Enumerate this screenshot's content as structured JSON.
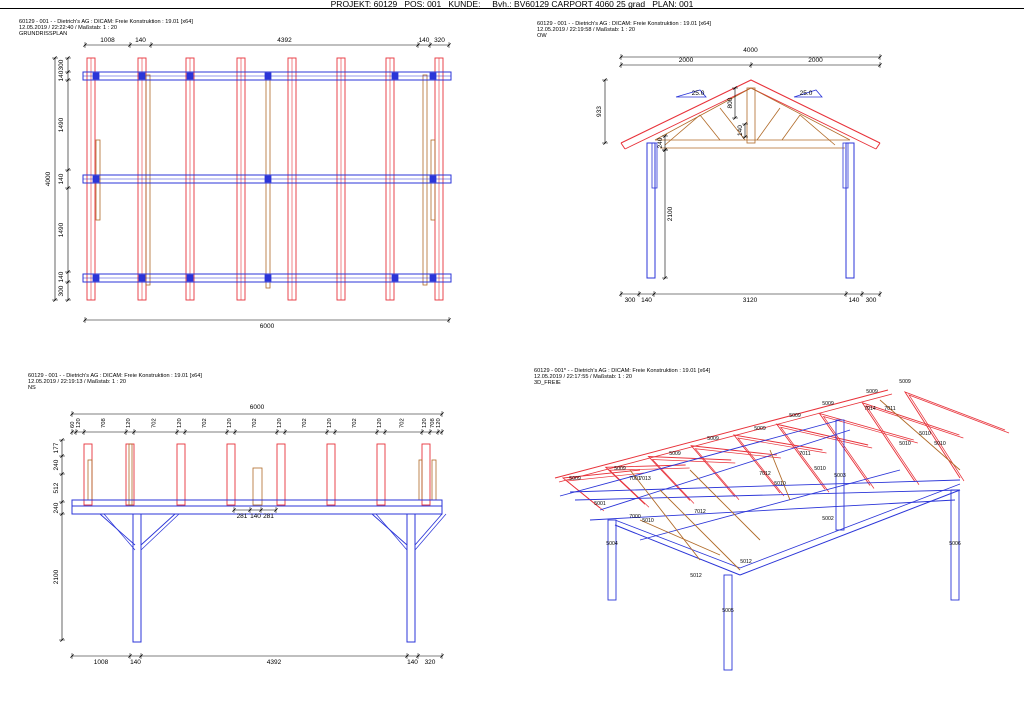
{
  "header": {
    "projekt_label": "PROJEKT:",
    "projekt": "60129",
    "pos_label": "POS:",
    "pos": "001",
    "kunde_label": "KUNDE:",
    "kunde": "",
    "bvh_label": "Bvh.:",
    "bvh": "BV60129 CARPORT 4060 25 grad",
    "plan_label": "PLAN:",
    "plan": "001"
  },
  "views": {
    "grundriss": {
      "line1": "60129 - 001 - - Dietrich's AG : DICAM: Freie Konstruktion : 19.01 [x64]",
      "line2": "12.05.2019 / 22:22:40 / Maßstab: 1 : 20",
      "line3": "GRUNDRISSPLAN",
      "top_dims": [
        "1008",
        "140",
        "4392",
        "140",
        "320"
      ],
      "bottom_dim": "6000",
      "left_dims": [
        "300",
        "140",
        "1490",
        "140",
        "1490",
        "140",
        "300"
      ],
      "left_total": "4000"
    },
    "ow": {
      "line1": "60129 - 001 - - Dietrich's AG : DICAM: Freie Konstruktion : 19.01 [x64]",
      "line2": "12.05.2019 / 22:19:58 / Maßstab: 1 : 20",
      "line3": "OW",
      "top_total": "4000",
      "top_half_left": "2000",
      "top_half_right": "2000",
      "roof_angle_left": "25.0",
      "roof_angle_right": "25.0",
      "ridge_height": "933",
      "king_post": "800",
      "collar": "140",
      "post_top": "240",
      "post_height": "2100",
      "bottom_dims": [
        "300",
        "140",
        "3120",
        "140",
        "300"
      ]
    },
    "ns": {
      "line1": "60129 - 001 - - Dietrich's AG : DICAM: Freie Konstruktion : 19.01 [x64]",
      "line2": "12.05.2019 / 22:19:13 / Maßstab: 1 : 20",
      "line3": "NS",
      "top_total": "6000",
      "top_dims": [
        "60",
        "120",
        "708",
        "120",
        "702",
        "120",
        "702",
        "120",
        "702",
        "120",
        "702",
        "120",
        "702",
        "120",
        "702",
        "120",
        "708",
        "120",
        "60"
      ],
      "left_dims": [
        "177",
        "240",
        "512",
        "240",
        "2100"
      ],
      "mid_dims": [
        "281",
        "140",
        "281"
      ],
      "bottom_dims": [
        "1008",
        "140",
        "4392",
        "140",
        "320"
      ]
    },
    "freie": {
      "line1": "60129 - 001* - - Dietrich's AG : DICAM: Freie Konstruktion : 19.01 [x64]",
      "line2": "12.05.2019 / 22:17:55 / Maßstab: 1 : 20",
      "line3": "3D_FREIE",
      "labels": [
        "5009",
        "5009",
        "5009",
        "5009",
        "5009",
        "5009",
        "5009",
        "5009",
        "5009",
        "7011",
        "7011",
        "5010",
        "5010",
        "5010",
        "5010",
        "5010",
        "5010",
        "5003",
        "5002",
        "5012",
        "5012",
        "7012",
        "7012",
        "7001",
        "5004",
        "5005",
        "5006",
        "7000",
        "5001",
        "7014",
        "7013"
      ]
    }
  },
  "colors": {
    "rafter_red": "#e8323a",
    "beam_blue": "#2b35d8",
    "timber_brown": "#b06a28",
    "dim_black": "#000000"
  }
}
